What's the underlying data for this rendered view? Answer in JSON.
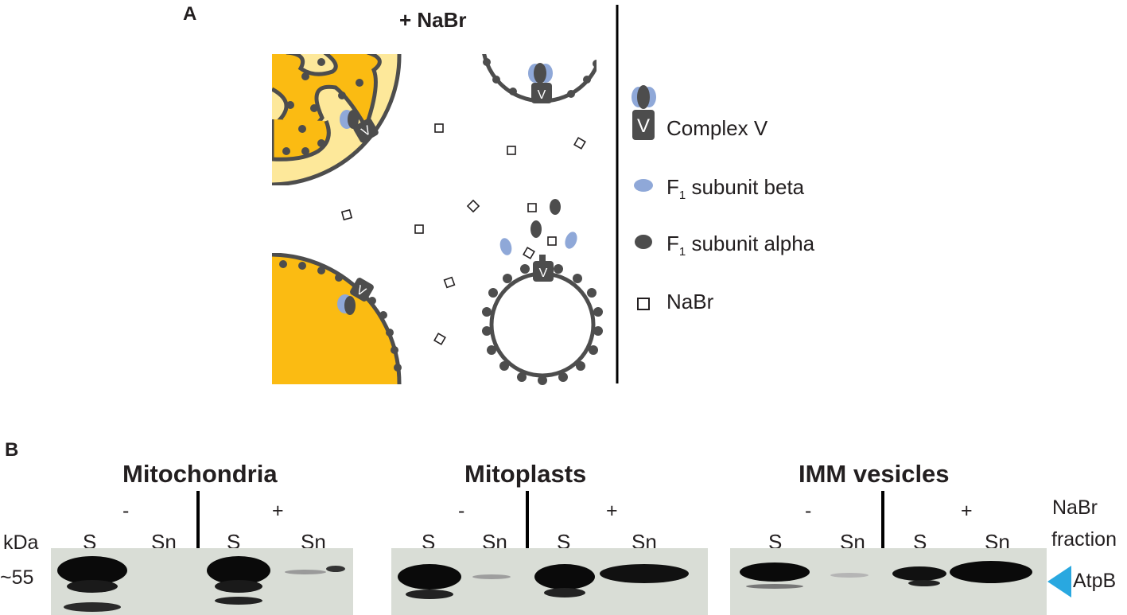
{
  "panel_a": {
    "label": "A",
    "treatment": "+ NaBr",
    "complex_letter": "V",
    "legend": {
      "complex_v": "Complex V",
      "beta_prefix": "F",
      "beta_sub": "1",
      "beta_text": " subunit beta",
      "alpha_prefix": "F",
      "alpha_sub": "1",
      "alpha_text": " subunit alpha",
      "nabr": "NaBr"
    }
  },
  "panel_b": {
    "label": "B",
    "kda_label": "kDa",
    "mw_marker": "~55",
    "nabr_row_label": "NaBr",
    "fraction_row_label": "fraction",
    "band_label": "AtpB",
    "groups": [
      {
        "title": "Mitochondria",
        "minus": "-",
        "plus": "+",
        "lanes": [
          "S",
          "Sn",
          "S",
          "Sn"
        ]
      },
      {
        "title": "Mitoplasts",
        "minus": "-",
        "plus": "+",
        "lanes": [
          "S",
          "Sn",
          "S",
          "Sn"
        ]
      },
      {
        "title": "IMM vesicles",
        "minus": "-",
        "plus": "+",
        "lanes": [
          "S",
          "Sn",
          "S",
          "Sn"
        ]
      }
    ]
  },
  "colors": {
    "gold": "#fbbb12",
    "pale_gold": "#fde89a",
    "membrane": "#4d4d4d",
    "subunit_beta": "#8fa8d8",
    "arrow": "#29a8e0",
    "blot_bg": "#d9ddd6"
  }
}
